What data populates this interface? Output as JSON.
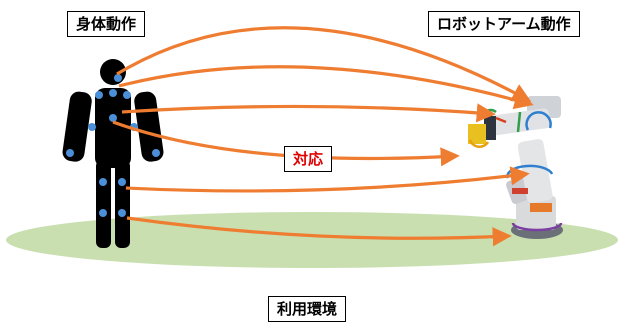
{
  "labels": {
    "body_motion": "身体動作",
    "robot_motion": "ロボットアーム動作",
    "correspondence": "対応",
    "environment": "利用環境"
  },
  "colors": {
    "arrow": "#ef7d31",
    "ground": "#c9dfb0",
    "figure": "#000000",
    "joint": "#4a8fd8",
    "correspondence_text": "#e00000"
  }
}
